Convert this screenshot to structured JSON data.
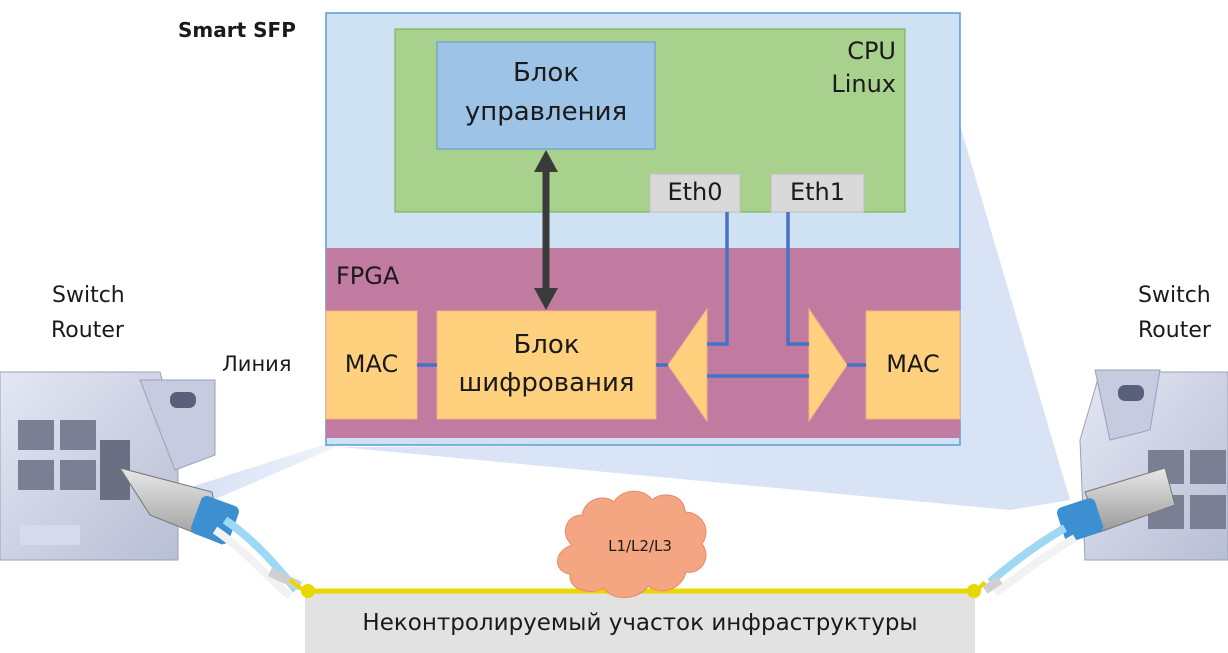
{
  "diagram": {
    "smart_sfp_label": "Smart SFP",
    "cpu_label": [
      "CPU",
      "Linux"
    ],
    "control_block": [
      "Блок",
      "управления"
    ],
    "eth0": "Eth0",
    "eth1": "Eth1",
    "fpga_label": "FPGA",
    "mac_left": "MAC",
    "mac_right": "MAC",
    "crypto_block": [
      "Блок",
      "шифрования"
    ],
    "line_label": "Линия",
    "switch_left": [
      "Switch",
      "Router"
    ],
    "switch_right": [
      "Switch",
      "Router"
    ],
    "cloud_label": "L1/L2/L3",
    "bottom_label": "Неконтролируемый участок инфраструктуры"
  },
  "colors": {
    "sfp_box": "#cfe2f3",
    "cpu_box": "#a9d18e",
    "control_box": "#9dc3e6",
    "fpga_band": "#c27ba0",
    "orange_box": "#ffd17f",
    "eth_box": "#d9d9d9",
    "blue_line": "#4472c4",
    "yellow_fiber": "#e8d800",
    "cloud": "#f4a582"
  }
}
